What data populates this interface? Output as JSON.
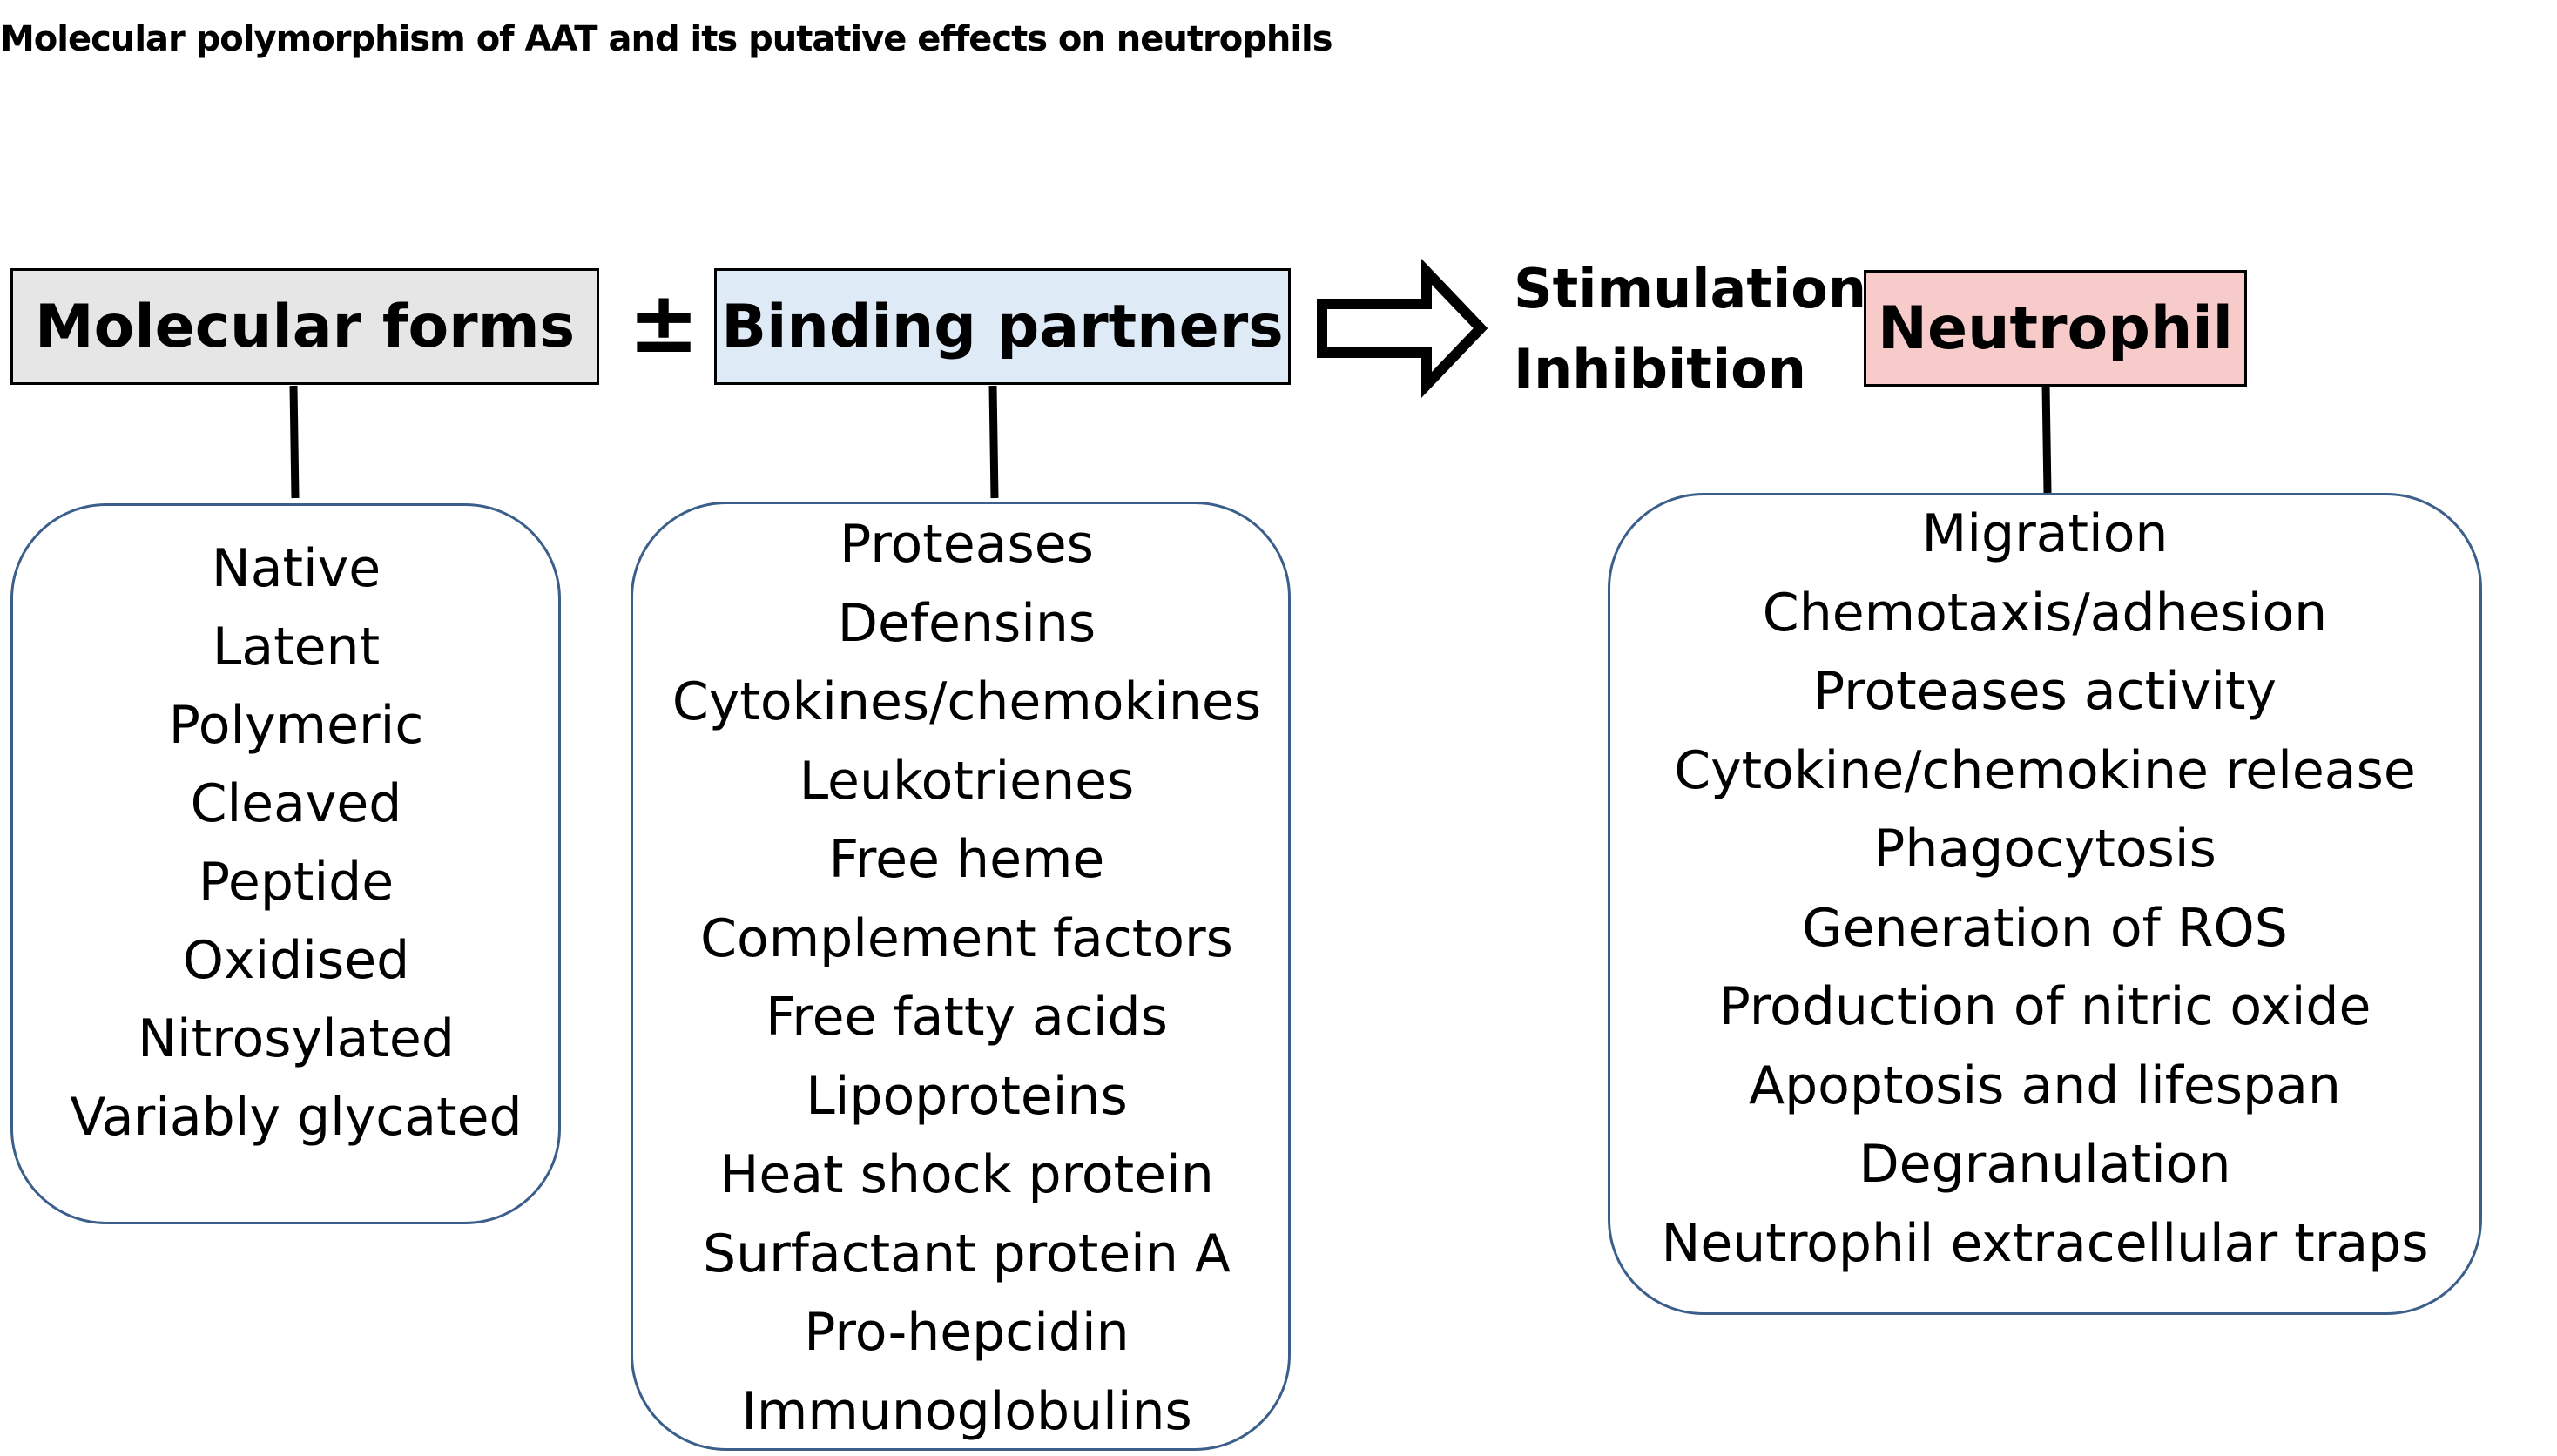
{
  "title": "Molecular polymorphism of AAT and its putative effects on neutrophils",
  "plus_minus": "±",
  "effects": {
    "stimulation": "Stimulation",
    "inhibition": "Inhibition"
  },
  "colors": {
    "molecular_forms_fill": "#e6e6e6",
    "binding_partners_fill": "#deeaf6",
    "neutrophil_fill": "#f8cbcb",
    "rounded_box_border": "#3b5f8a"
  },
  "columns": [
    {
      "header": "Molecular forms",
      "items": [
        "Native",
        "Latent",
        "Polymeric",
        "Cleaved",
        "Peptide",
        "Oxidised",
        "Nitrosylated",
        "Variably glycated"
      ]
    },
    {
      "header": "Binding partners",
      "items": [
        "Proteases",
        "Defensins",
        "Cytokines/chemokines",
        "Leukotrienes",
        "Free heme",
        "Complement factors",
        "Free fatty acids",
        "Lipoproteins",
        "Heat shock protein",
        "Surfactant protein A",
        "Pro-hepcidin",
        "Immunoglobulins"
      ]
    },
    {
      "header": "Neutrophil",
      "items": [
        "Migration",
        "Chemotaxis/adhesion",
        "Proteases activity",
        "Cytokine/chemokine release",
        "Phagocytosis",
        "Generation of ROS",
        "Production of nitric oxide",
        "Apoptosis and lifespan",
        "Degranulation",
        "Neutrophil extracellular traps"
      ]
    }
  ]
}
